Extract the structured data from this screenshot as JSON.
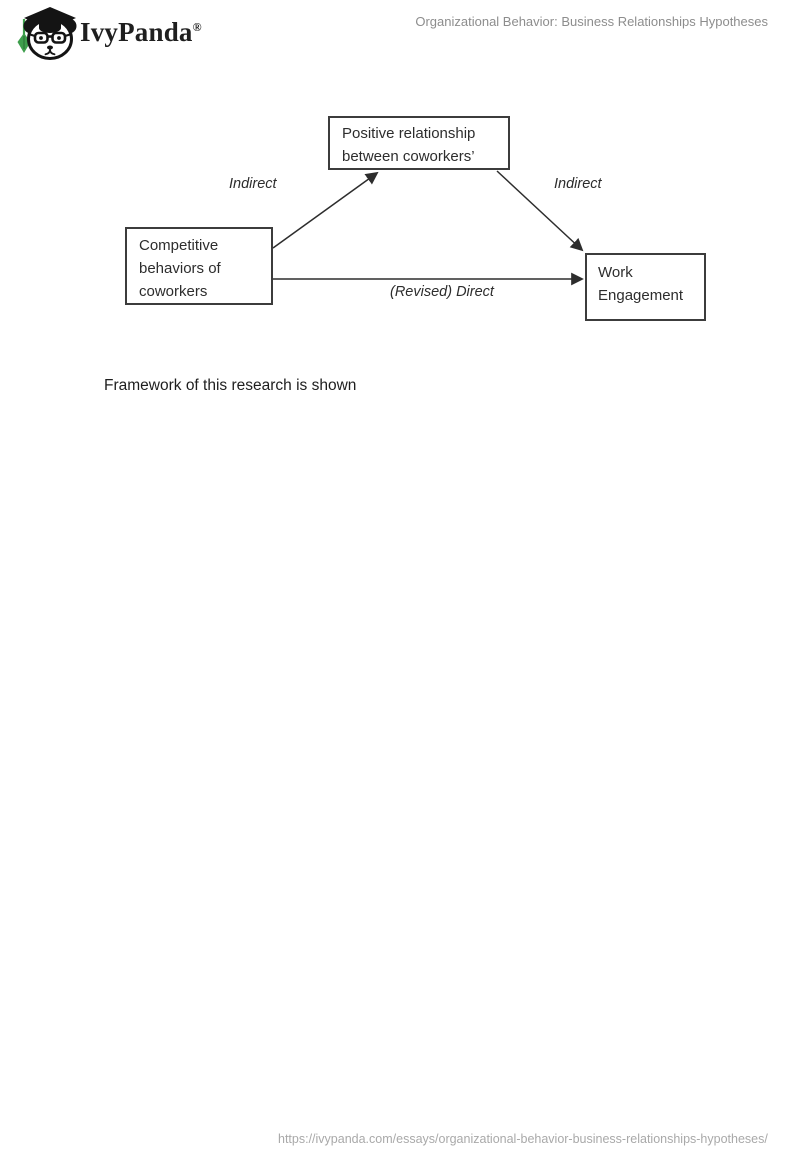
{
  "header": {
    "brand": "IvyPanda",
    "registered_mark": "®",
    "title": "Organizational Behavior: Business Relationships Hypotheses"
  },
  "diagram": {
    "boxes": {
      "mediator": "Positive relationship between coworkers’",
      "antecedent": "Competitive behaviors of coworkers",
      "outcome": "Work Engagement"
    },
    "labels": {
      "indirect_left": "Indirect",
      "indirect_right": "Indirect",
      "direct": "(Revised) Direct"
    }
  },
  "caption": "Framework of this research is shown",
  "footer": {
    "url": "https://ivypanda.com/essays/organizational-behavior-business-relationships-hypotheses/"
  },
  "colors": {
    "accent_green": "#3e9e4c",
    "ink": "#1f1f1f",
    "diagram_ink": "#2d2d2d",
    "title_gray": "#8d8d8d",
    "footer_gray": "#a9a9a9"
  }
}
